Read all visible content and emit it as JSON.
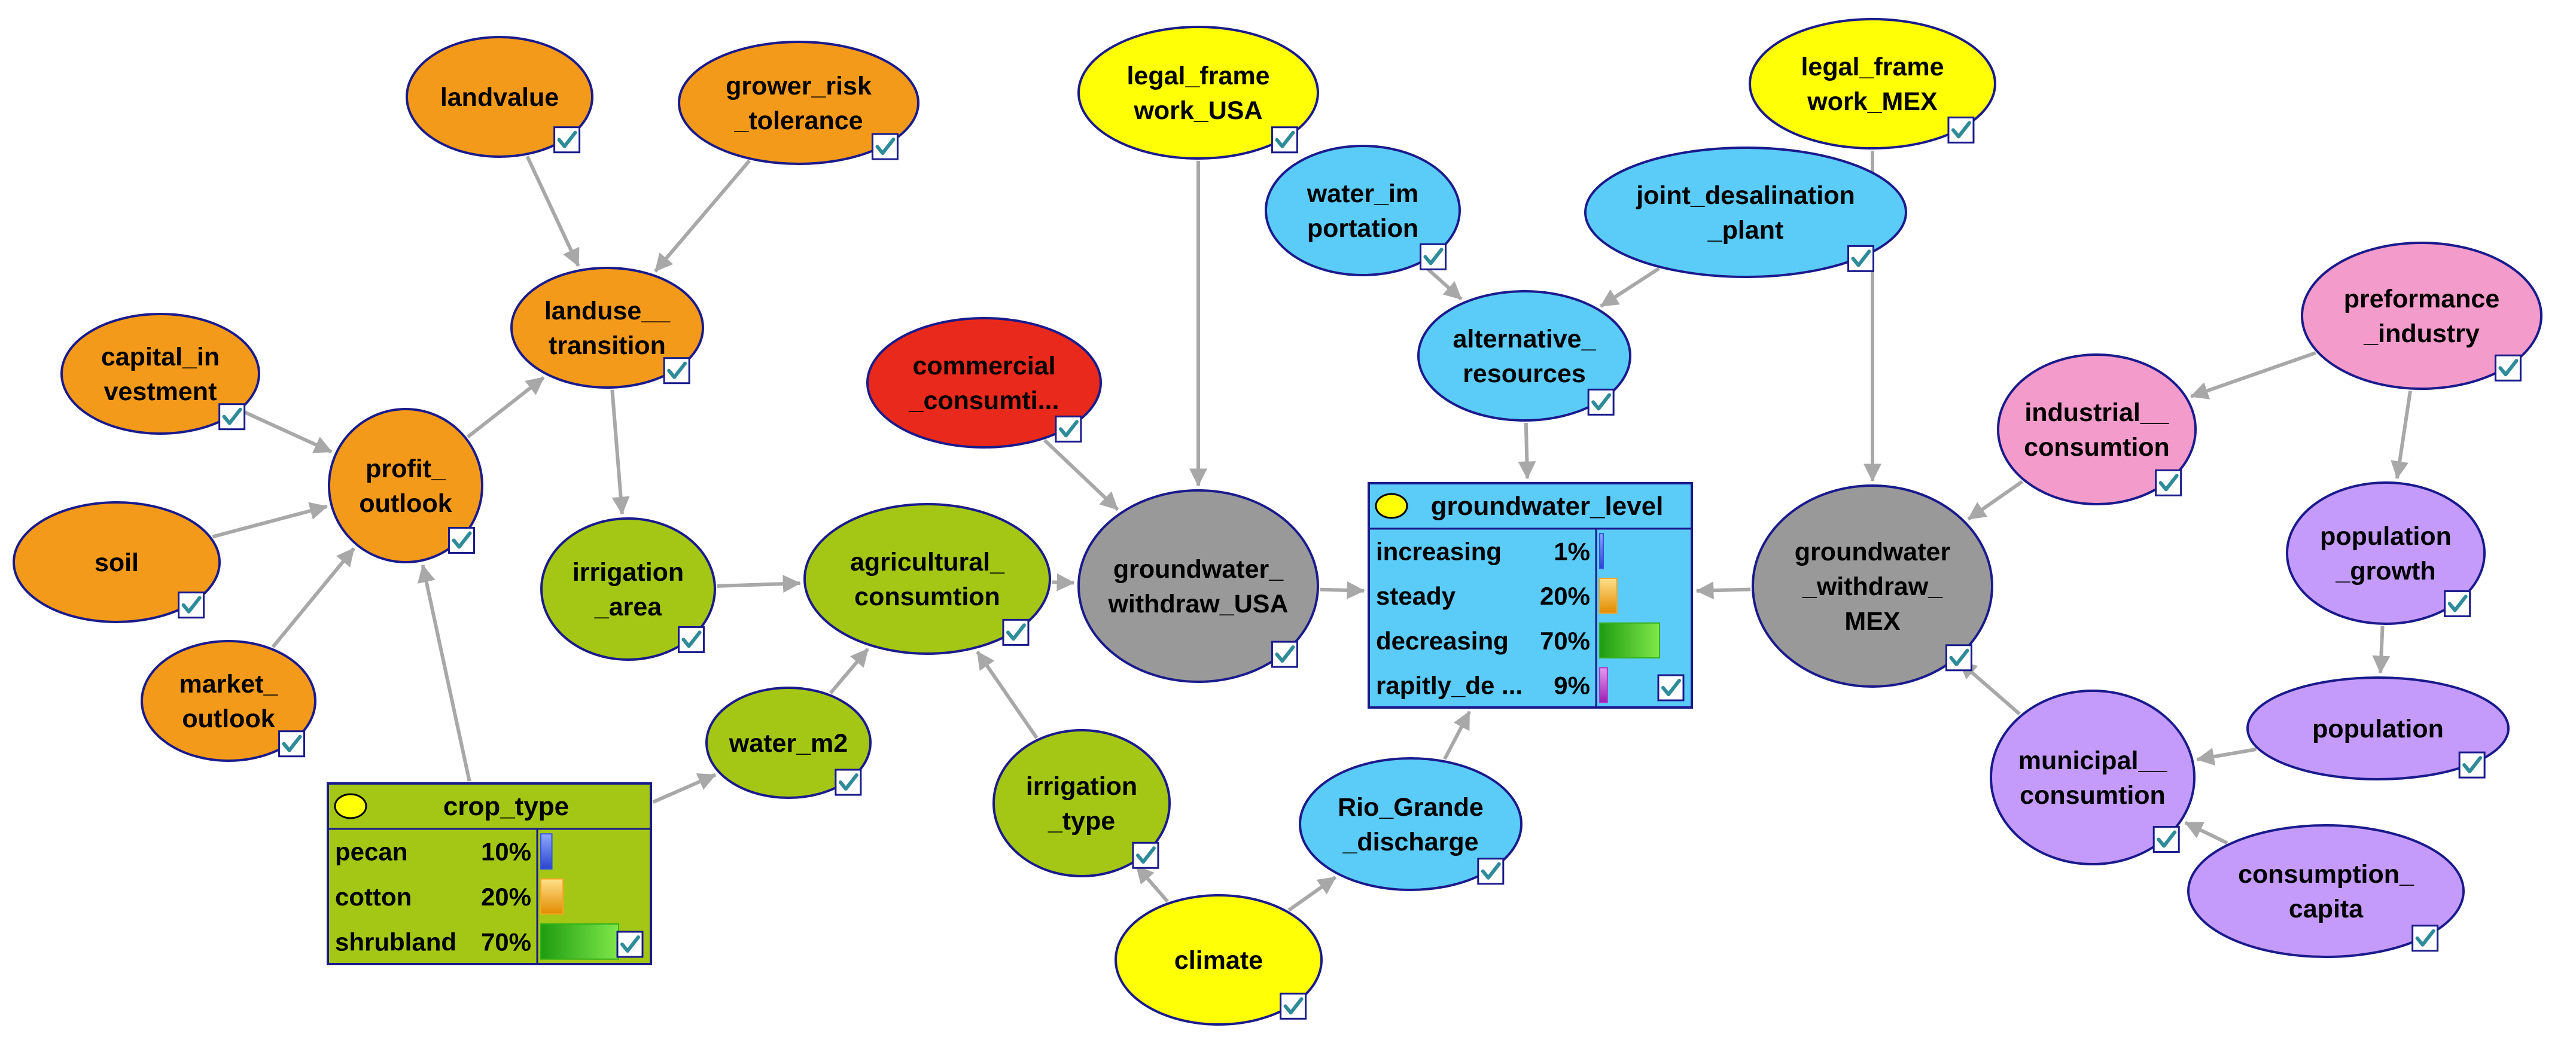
{
  "colors": {
    "orange": "#F49A1B",
    "green": "#A3C714",
    "yellow": "#FFFF05",
    "red": "#E8291B",
    "blue": "#5BCBF8",
    "gray": "#999999",
    "pink": "#F39BCB",
    "purple": "#C49BFA",
    "outline": "#1A1A8C",
    "arrow": "#A8A8A8"
  },
  "nodes": {
    "landvalue": {
      "label": [
        "landvalue"
      ]
    },
    "grower_risk_tolerance": {
      "label": [
        "grower_risk",
        "_tolerance"
      ]
    },
    "landuse_transition": {
      "label": [
        "landuse__",
        "transition"
      ]
    },
    "capital_investment": {
      "label": [
        "capital_in",
        "vestment"
      ]
    },
    "soil": {
      "label": [
        "soil"
      ]
    },
    "market_outlook": {
      "label": [
        "market_",
        "outlook"
      ]
    },
    "profit_outlook": {
      "label": [
        "profit_",
        "outlook"
      ]
    },
    "irrigation_area": {
      "label": [
        "irrigation",
        "_area"
      ]
    },
    "agricultural_consumtion": {
      "label": [
        "agricultural_",
        "consumtion"
      ]
    },
    "water_m2": {
      "label": [
        "water_m2"
      ]
    },
    "irrigation_type": {
      "label": [
        "irrigation",
        "_type"
      ]
    },
    "climate": {
      "label": [
        "climate"
      ]
    },
    "commercial_consumtion": {
      "label": [
        "commercial",
        "_consumti..."
      ]
    },
    "legal_framework_usa": {
      "label": [
        "legal_frame",
        "work_USA"
      ]
    },
    "groundwater_withdraw_usa": {
      "label": [
        "groundwater_",
        "withdraw_USA"
      ]
    },
    "water_importation": {
      "label": [
        "water_im",
        "portation"
      ]
    },
    "joint_desalination_plant": {
      "label": [
        "joint_desalination",
        "_plant"
      ]
    },
    "alternative_resources": {
      "label": [
        "alternative_",
        "resources"
      ]
    },
    "rio_grande_discharge": {
      "label": [
        "Rio_Grande",
        "_discharge"
      ]
    },
    "legal_framework_mex": {
      "label": [
        "legal_frame",
        "work_MEX"
      ]
    },
    "groundwater_withdraw_mex": {
      "label": [
        "groundwater",
        "_withdraw_",
        "MEX"
      ]
    },
    "preformance_industry": {
      "label": [
        "preformance",
        "_industry"
      ]
    },
    "industrial_consumtion": {
      "label": [
        "industrial__",
        "consumtion"
      ]
    },
    "population_growth": {
      "label": [
        "population",
        "_growth"
      ]
    },
    "population": {
      "label": [
        "population"
      ]
    },
    "municipal_consumtion": {
      "label": [
        "municipal__",
        "consumtion"
      ]
    },
    "consumption_capita": {
      "label": [
        "consumption_",
        "capita"
      ]
    }
  },
  "tables": {
    "groundwater_level": {
      "title": "groundwater_level",
      "rows": [
        {
          "state": "increasing",
          "percent": "1%",
          "value": 1,
          "bar_color": "#3355DD"
        },
        {
          "state": "steady",
          "percent": "20%",
          "value": 20,
          "bar_color": "#F5A623"
        },
        {
          "state": "decreasing",
          "percent": "70%",
          "value": 70,
          "bar_color": "#33B21C"
        },
        {
          "state": "rapitly_de ...",
          "percent": "9%",
          "value": 9,
          "bar_color": "#B235C8"
        }
      ]
    },
    "crop_type": {
      "title": "crop_type",
      "rows": [
        {
          "state": "pecan",
          "percent": "10%",
          "value": 10,
          "bar_color": "#3355DD"
        },
        {
          "state": "cotton",
          "percent": "20%",
          "value": 20,
          "bar_color": "#F5A623"
        },
        {
          "state": "shrubland",
          "percent": "70%",
          "value": 70,
          "bar_color": "#33B21C"
        }
      ]
    }
  },
  "edges": [
    [
      "landvalue",
      "landuse_transition"
    ],
    [
      "grower_risk_tolerance",
      "landuse_transition"
    ],
    [
      "profit_outlook",
      "landuse_transition"
    ],
    [
      "capital_investment",
      "profit_outlook"
    ],
    [
      "soil",
      "profit_outlook"
    ],
    [
      "market_outlook",
      "profit_outlook"
    ],
    [
      "crop_type",
      "profit_outlook"
    ],
    [
      "landuse_transition",
      "irrigation_area"
    ],
    [
      "irrigation_area",
      "agricultural_consumtion"
    ],
    [
      "water_m2",
      "agricultural_consumtion"
    ],
    [
      "crop_type",
      "water_m2"
    ],
    [
      "irrigation_type",
      "agricultural_consumtion"
    ],
    [
      "climate",
      "irrigation_type"
    ],
    [
      "climate",
      "rio_grande_discharge"
    ],
    [
      "agricultural_consumtion",
      "groundwater_withdraw_usa"
    ],
    [
      "commercial_consumtion",
      "groundwater_withdraw_usa"
    ],
    [
      "legal_framework_usa",
      "groundwater_withdraw_usa"
    ],
    [
      "groundwater_withdraw_usa",
      "groundwater_level"
    ],
    [
      "water_importation",
      "alternative_resources"
    ],
    [
      "joint_desalination_plant",
      "alternative_resources"
    ],
    [
      "alternative_resources",
      "groundwater_level"
    ],
    [
      "rio_grande_discharge",
      "groundwater_level"
    ],
    [
      "groundwater_withdraw_mex",
      "groundwater_level"
    ],
    [
      "legal_framework_mex",
      "groundwater_withdraw_mex"
    ],
    [
      "industrial_consumtion",
      "groundwater_withdraw_mex"
    ],
    [
      "municipal_consumtion",
      "groundwater_withdraw_mex"
    ],
    [
      "preformance_industry",
      "industrial_consumtion"
    ],
    [
      "preformance_industry",
      "population_growth"
    ],
    [
      "population_growth",
      "population"
    ],
    [
      "population",
      "municipal_consumtion"
    ],
    [
      "consumption_capita",
      "municipal_consumtion"
    ]
  ]
}
